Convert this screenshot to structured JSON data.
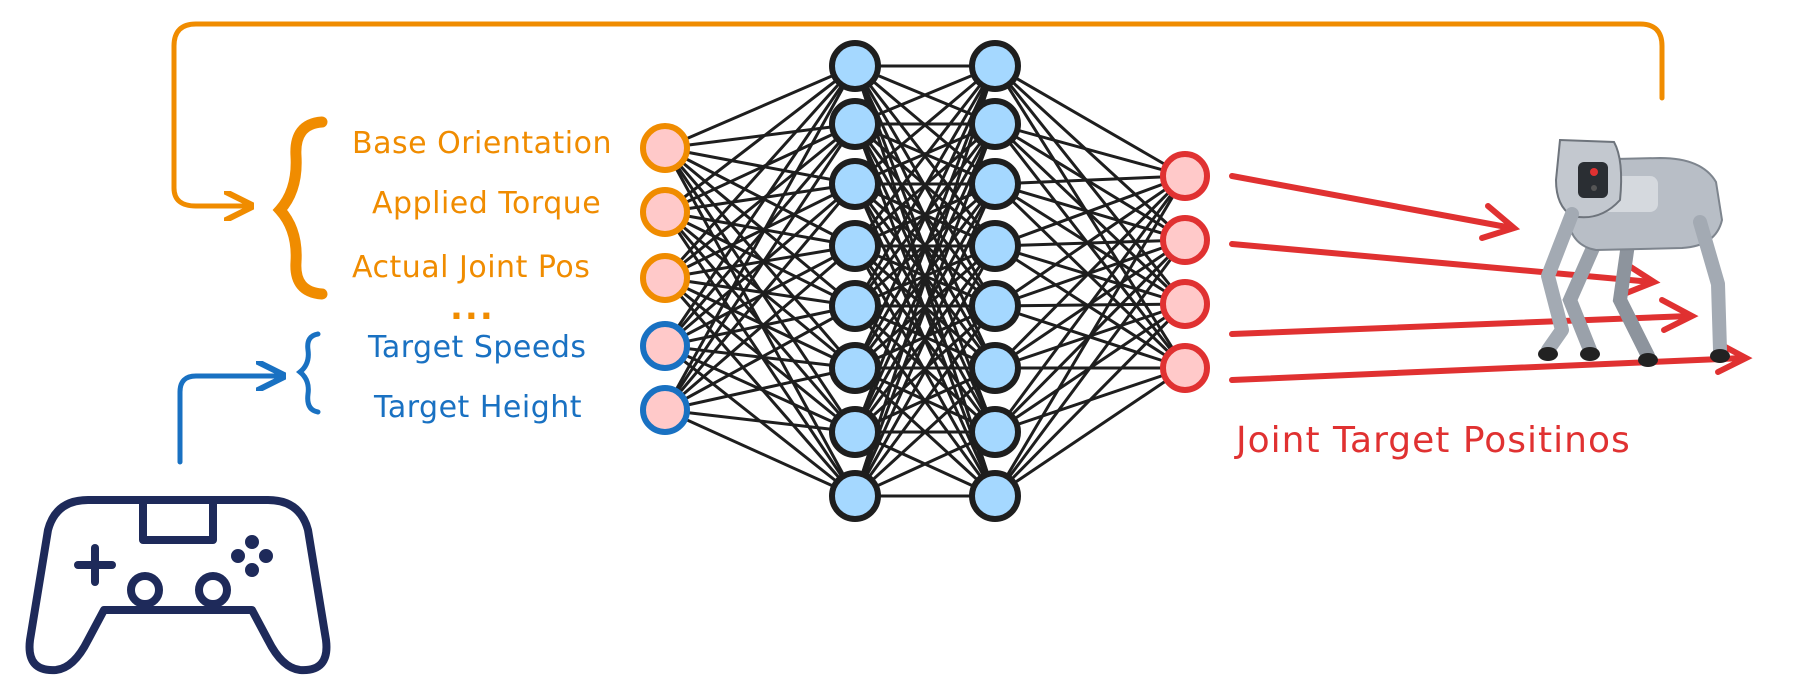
{
  "inputs": {
    "feedback": [
      "Base Orientation",
      "Applied Torque",
      "Actual Joint Pos"
    ],
    "ellipsis": "...",
    "commands": [
      "Target Speeds",
      "Target Height"
    ]
  },
  "output_label": "Joint Target Positinos",
  "network": {
    "layer_sizes": [
      5,
      8,
      8,
      4
    ]
  },
  "icons": {
    "controller": "gamepad-icon",
    "robot": "quadruped-robot-dog-icon"
  },
  "colors": {
    "feedback": "#F08C00",
    "command": "#1971C2",
    "output": "#E03131",
    "hidden_fill": "#A5D8FF",
    "input_fill": "#FFC9C9",
    "edge": "#1E1E1E",
    "controller": "#1E2A5A",
    "robot_body": "#B8BEC6"
  }
}
